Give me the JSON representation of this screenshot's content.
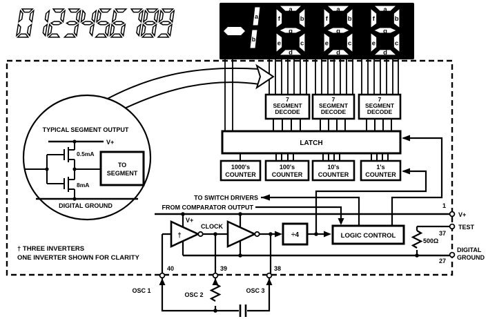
{
  "title_area": {
    "font_sample": "0123456789"
  },
  "display": {
    "digits": [
      "8",
      "8",
      "8"
    ],
    "segment_labels": [
      "a",
      "f",
      "b",
      "g",
      "e",
      "c",
      "d"
    ],
    "half_digit": {
      "upper": "a",
      "lower": "b"
    }
  },
  "decoders": {
    "line1": "7",
    "line2": "SEGMENT",
    "line3": "DECODE"
  },
  "latch": {
    "label": "LATCH"
  },
  "counters": {
    "labels": [
      "1000's",
      "100's",
      "10's",
      "1's"
    ],
    "word": "COUNTER"
  },
  "segment_output_detail": {
    "title": "TYPICAL SEGMENT OUTPUT",
    "supply": "V+",
    "pullup_current": "0.5mA",
    "pulldown_current": "8mA",
    "box_line1": "TO",
    "box_line2": "SEGMENT",
    "ground": "DIGITAL GROUND"
  },
  "clock_section": {
    "supply": "V+",
    "clock": "CLOCK",
    "inverter_mark": "†",
    "divider": "÷4",
    "logic": "LOGIC CONTROL",
    "to_switch_drivers": "TO SWITCH DRIVERS",
    "from_comparator": "FROM COMPARATOR OUTPUT"
  },
  "note": {
    "line1": "† THREE INVERTERS",
    "line2": "ONE INVERTER SHOWN FOR CLARITY"
  },
  "pins": {
    "vplus": {
      "num": "1",
      "label": "V+"
    },
    "test": {
      "num": "37",
      "label": "TEST"
    },
    "dgnd": {
      "num": "27",
      "label1": "DIGITAL",
      "label2": "GROUND"
    },
    "osc1": {
      "num": "40",
      "label": "OSC 1"
    },
    "osc2": {
      "num": "39",
      "label": "OSC 2"
    },
    "osc3": {
      "num": "38",
      "label": "OSC 3"
    }
  },
  "components": {
    "test_resistor": "500Ω"
  },
  "colors": {
    "ink": "#000000",
    "background": "#ffffff",
    "display_bg": "#000000",
    "segment_fill": "#ffffff"
  }
}
